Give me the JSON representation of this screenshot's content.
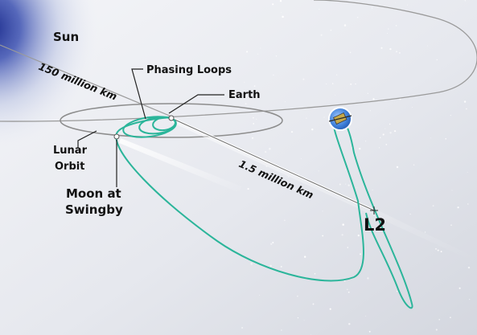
{
  "labels": {
    "sun": "Sun",
    "sun_distance": "150 million km",
    "phasing_loops": "Phasing Loops",
    "earth": "Earth",
    "lunar_orbit_line1": "Lunar",
    "lunar_orbit_line2": "Orbit",
    "moon_line1": "Moon at",
    "moon_line2": "Swingby",
    "l2_distance": "1.5 million km",
    "l2": "L2"
  },
  "colors": {
    "trajectory": "#2bb59a",
    "sun_glow": "#2a3d9e",
    "orbit_line": "#9a9a9a",
    "label_text": "#111111",
    "leader_line": "#222222",
    "spacecraft": "#3d7fd9"
  },
  "icons": {
    "spacecraft": "spacecraft-icon",
    "earth": "earth-icon",
    "l2_point": "l2-crosshair-icon"
  }
}
